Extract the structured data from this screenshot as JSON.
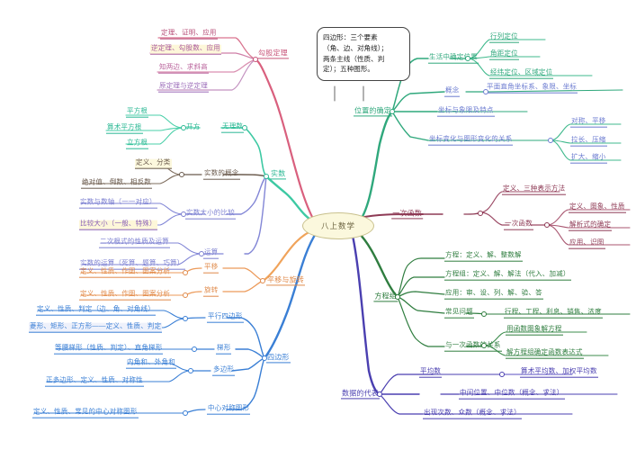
{
  "center": {
    "label": "八上数学"
  },
  "note": {
    "lines": [
      "四边形：三个要素",
      "（角、边、对角线）；",
      "两条主线（性质、判",
      "定）；五种图形。"
    ]
  },
  "colors": {
    "pythagoras": "#e46a6a",
    "real_number": "#3dc9a3",
    "translate_rotate": "#f0a35a",
    "quadrilateral": "#3a7fd5",
    "position": "#2fa87c",
    "linear_function": "#8e3a55",
    "equations": "#2f7d3f",
    "data_rep": "#4a3fb0",
    "center_node_fill": "#fbf8dd",
    "center_node_border": "#c9c18e"
  },
  "branches": [
    {
      "id": "pythagoras",
      "label": "勾股定理",
      "color": "#d06a8e",
      "children": [
        {
          "label": "定理、证明、应用"
        },
        {
          "label": "逆定理、勾股数、应用"
        },
        {
          "label": "知两边、求斜高"
        },
        {
          "label": "原定理与逆定理"
        }
      ]
    },
    {
      "id": "real-number",
      "label": "实数",
      "color": "#3dc9a3",
      "children": [
        {
          "label": "无理数",
          "color": "#3dc9a3",
          "children": [
            {
              "label": "开方",
              "children": [
                {
                  "label": "平方根"
                },
                {
                  "label": "算术平方根"
                },
                {
                  "label": "立方根"
                }
              ]
            }
          ]
        },
        {
          "label": "实数的概念",
          "color": "#6b5b4e",
          "children": [
            {
              "label": "定义、分类"
            },
            {
              "label": "绝对值、倒数、相反数"
            }
          ]
        },
        {
          "label": "实数大小的比较",
          "color": "#7b7fd0",
          "children": [
            {
              "label": "实数与数轴（一一对应）"
            },
            {
              "label": "比较大小（一般、特殊）"
            }
          ]
        },
        {
          "label": "运算",
          "color": "#7b7fd0",
          "children": [
            {
              "label": "二次根式的性质及运算"
            },
            {
              "label": "实数的运算（死算、题算、巧算）"
            }
          ]
        }
      ]
    },
    {
      "id": "translate-rotate",
      "label": "平移与旋转",
      "color": "#f0a35a",
      "children": [
        {
          "label": "平移",
          "children": [
            {
              "label": "定义、性质、作图、图案分析"
            }
          ]
        },
        {
          "label": "旋转",
          "children": [
            {
              "label": "定义、性质、作图、图案分析"
            }
          ]
        }
      ]
    },
    {
      "id": "quadrilateral",
      "label": "四边形",
      "color": "#3a7fd5",
      "children": [
        {
          "label": "平行四边形",
          "children": [
            {
              "label": "定义、性质、判定（边、角、对角线）"
            },
            {
              "label": "菱形、矩形、正方形——定义、性质、判定"
            }
          ]
        },
        {
          "label": "梯形",
          "children": [
            {
              "label": "等腰梯形（性质、判定）、直角梯形"
            }
          ]
        },
        {
          "label": "多边形",
          "children": [
            {
              "label": "内角和、外角和"
            },
            {
              "label": "正多边形、定义、性质、对称性"
            }
          ]
        },
        {
          "label": "中心对称图形",
          "children": [
            {
              "label": "定义、性质、常见的中心对称图形"
            }
          ]
        }
      ]
    },
    {
      "id": "position",
      "label": "位置的确定",
      "color": "#2fa87c",
      "children": [
        {
          "label": "生活中确定位置",
          "children": [
            {
              "label": "行列定位"
            },
            {
              "label": "角距定位"
            },
            {
              "label": "经纬定位、区域定位"
            }
          ]
        },
        {
          "label": "概念",
          "children": [
            {
              "label": "平面直角坐标系、象限、坐标"
            }
          ]
        },
        {
          "label": "坐标与象限及特点"
        },
        {
          "label": "坐标变化与图形变化的关系",
          "children": [
            {
              "label": "对称、平移"
            },
            {
              "label": "拉长、压缩"
            },
            {
              "label": "扩大、缩小"
            }
          ]
        }
      ]
    },
    {
      "id": "linear-function",
      "label": "一次函数",
      "color": "#8e3a55",
      "children": [
        {
          "label": "定义、三种表示方法"
        },
        {
          "label": "一次函数",
          "children": [
            {
              "label": "定义、图象、性质"
            },
            {
              "label": "解析式的确定"
            },
            {
              "label": "应用、识图"
            }
          ]
        }
      ]
    },
    {
      "id": "equations",
      "label": "方程组",
      "color": "#2f7d3f",
      "children": [
        {
          "label": "方程：定义、解、整数解"
        },
        {
          "label": "方程组：定义、解、解法（代入、加减）"
        },
        {
          "label": "应用：审、设、列、解、验、答"
        },
        {
          "label": "常见问题",
          "children": [
            {
              "label": "行程、工程、利息、销售、浓度"
            }
          ]
        },
        {
          "label": "与一次函数的关系",
          "children": [
            {
              "label": "用函数图象解方程"
            },
            {
              "label": "解方程组确定函数表达式"
            }
          ]
        }
      ]
    },
    {
      "id": "data-representative",
      "label": "数据的代表",
      "color": "#4a3fb0",
      "children": [
        {
          "label": "平均数",
          "children": [
            {
              "label": "算术平均数、加权平均数"
            }
          ]
        },
        {
          "label": "中间位置、中位数（概念、求法）"
        },
        {
          "label": "出现次数、众数（概念、求法）"
        }
      ]
    }
  ],
  "nodes": {
    "p_l1": "定理、证明、应用",
    "p_l2": "逆定理、勾股数、应用",
    "p_l3": "知两边、求斜高",
    "p_l4": "原定理与逆定理",
    "p_main": "勾股定理",
    "r_sqrt1": "平方根",
    "r_sqrt2": "算术平方根",
    "r_sqrt3": "立方根",
    "r_kaifang": "开方",
    "r_irrational": "无理数",
    "r_def": "定义、分类",
    "r_abs": "绝对值、倒数、相反数",
    "r_concept": "实数的概念",
    "r_axis": "实数与数轴（一一对应）",
    "r_compare_sub": "比较大小（一般、特殊）",
    "r_compare": "实数大小的比较",
    "r_root2": "二次根式的性质及运算",
    "r_calc_sub": "实数的运算（死算、题算、巧算）",
    "r_calc": "运算",
    "r_main": "实数",
    "t_sub1": "定义、性质、作图、图案分析",
    "t_sub2": "定义、性质、作图、图案分析",
    "t_pingyi": "平移",
    "t_xuanzhuan": "旋转",
    "t_main": "平移与旋转",
    "q_sub1": "定义、性质、判定（边、角、对角线）",
    "q_sub2": "菱形、矩形、正方形——定义、性质、判定",
    "q_para": "平行四边形",
    "q_sub3": "等腰梯形（性质、判定）、直角梯形",
    "q_trap": "梯形",
    "q_sub4": "内角和、外角和",
    "q_sub5": "正多边形、定义、性质、对称性",
    "q_poly": "多边形",
    "q_sub6": "定义、性质、常见的中心对称图形",
    "q_center": "中心对称图形",
    "q_main": "四边形",
    "pos_a1": "行列定位",
    "pos_a2": "角距定位",
    "pos_a3": "经纬定位、区域定位",
    "pos_life": "生活中确定位置",
    "pos_concept": "概念",
    "pos_concept_sub": "平面直角坐标系、象限、坐标",
    "pos_quad": "坐标与象限及特点",
    "pos_change": "坐标变化与图形变化的关系",
    "pos_c1": "对称、平移",
    "pos_c2": "拉长、压缩",
    "pos_c3": "扩大、缩小",
    "pos_main": "位置的确定",
    "lf_main": "一次函数",
    "lf_def": "定义、三种表示方法",
    "lf_mid": "一次函数",
    "lf_s1": "定义、图象、性质",
    "lf_s2": "解析式的确定",
    "lf_s3": "应用、识图",
    "eq_main": "方程组",
    "eq_1": "方程：定义、解、整数解",
    "eq_2": "方程组：定义、解、解法（代入、加减）",
    "eq_3": "应用：审、设、列、解、验、答",
    "eq_4": "常见问题",
    "eq_4s": "行程、工程、利息、销售、浓度",
    "eq_5": "与一次函数的关系",
    "eq_5a": "用函数图象解方程",
    "eq_5b": "解方程组确定函数表达式",
    "d_main": "数据的代表",
    "d_avg": "平均数",
    "d_avg_sub": "算术平均数、加权平均数",
    "d_mid": "中间位置、中位数（概念、求法）",
    "d_mode": "出现次数、众数（概念、求法）"
  }
}
